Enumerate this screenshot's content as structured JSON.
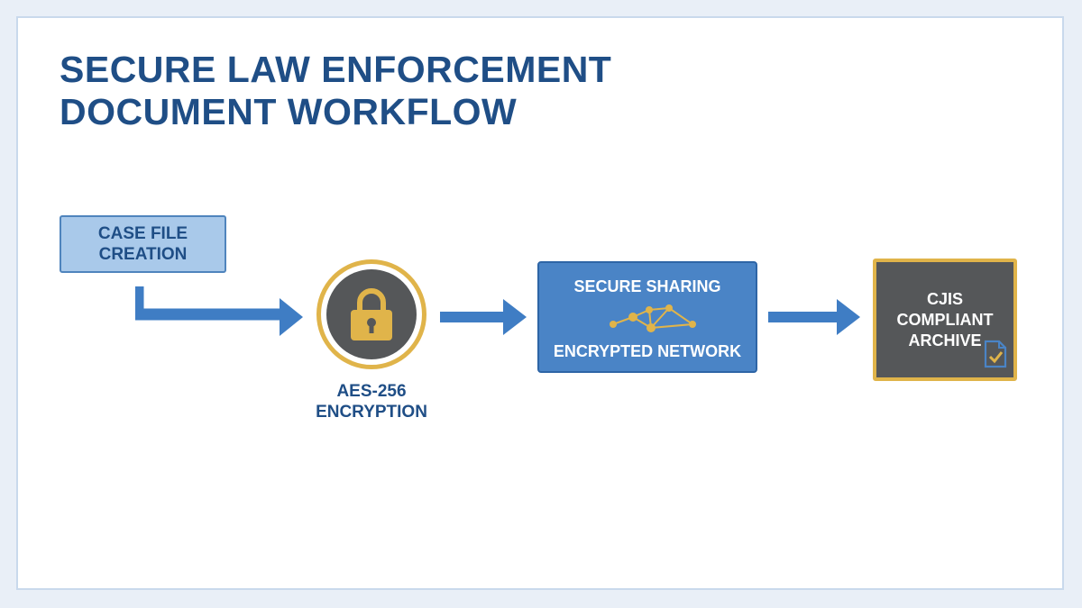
{
  "title": {
    "line1": "SECURE LAW ENFORCEMENT",
    "line2": "DOCUMENT WORKFLOW"
  },
  "steps": {
    "case_file": {
      "line1": "CASE FILE",
      "line2": "CREATION"
    },
    "encryption": {
      "line1": "AES-256",
      "line2": "ENCRYPTION",
      "icon": "padlock-icon"
    },
    "sharing": {
      "top": "SECURE SHARING",
      "bottom": "ENCRYPTED NETWORK",
      "icon": "network-icon"
    },
    "archive": {
      "line1": "CJIS",
      "line2": "COMPLIANT",
      "line3": "ARCHIVE",
      "icon": "document-check-icon"
    }
  },
  "colors": {
    "navy": "#1f4e86",
    "blue": "#3f7dc4",
    "light_blue": "#a9c9ea",
    "gold": "#e0b44a",
    "dark_gray": "#555759"
  }
}
